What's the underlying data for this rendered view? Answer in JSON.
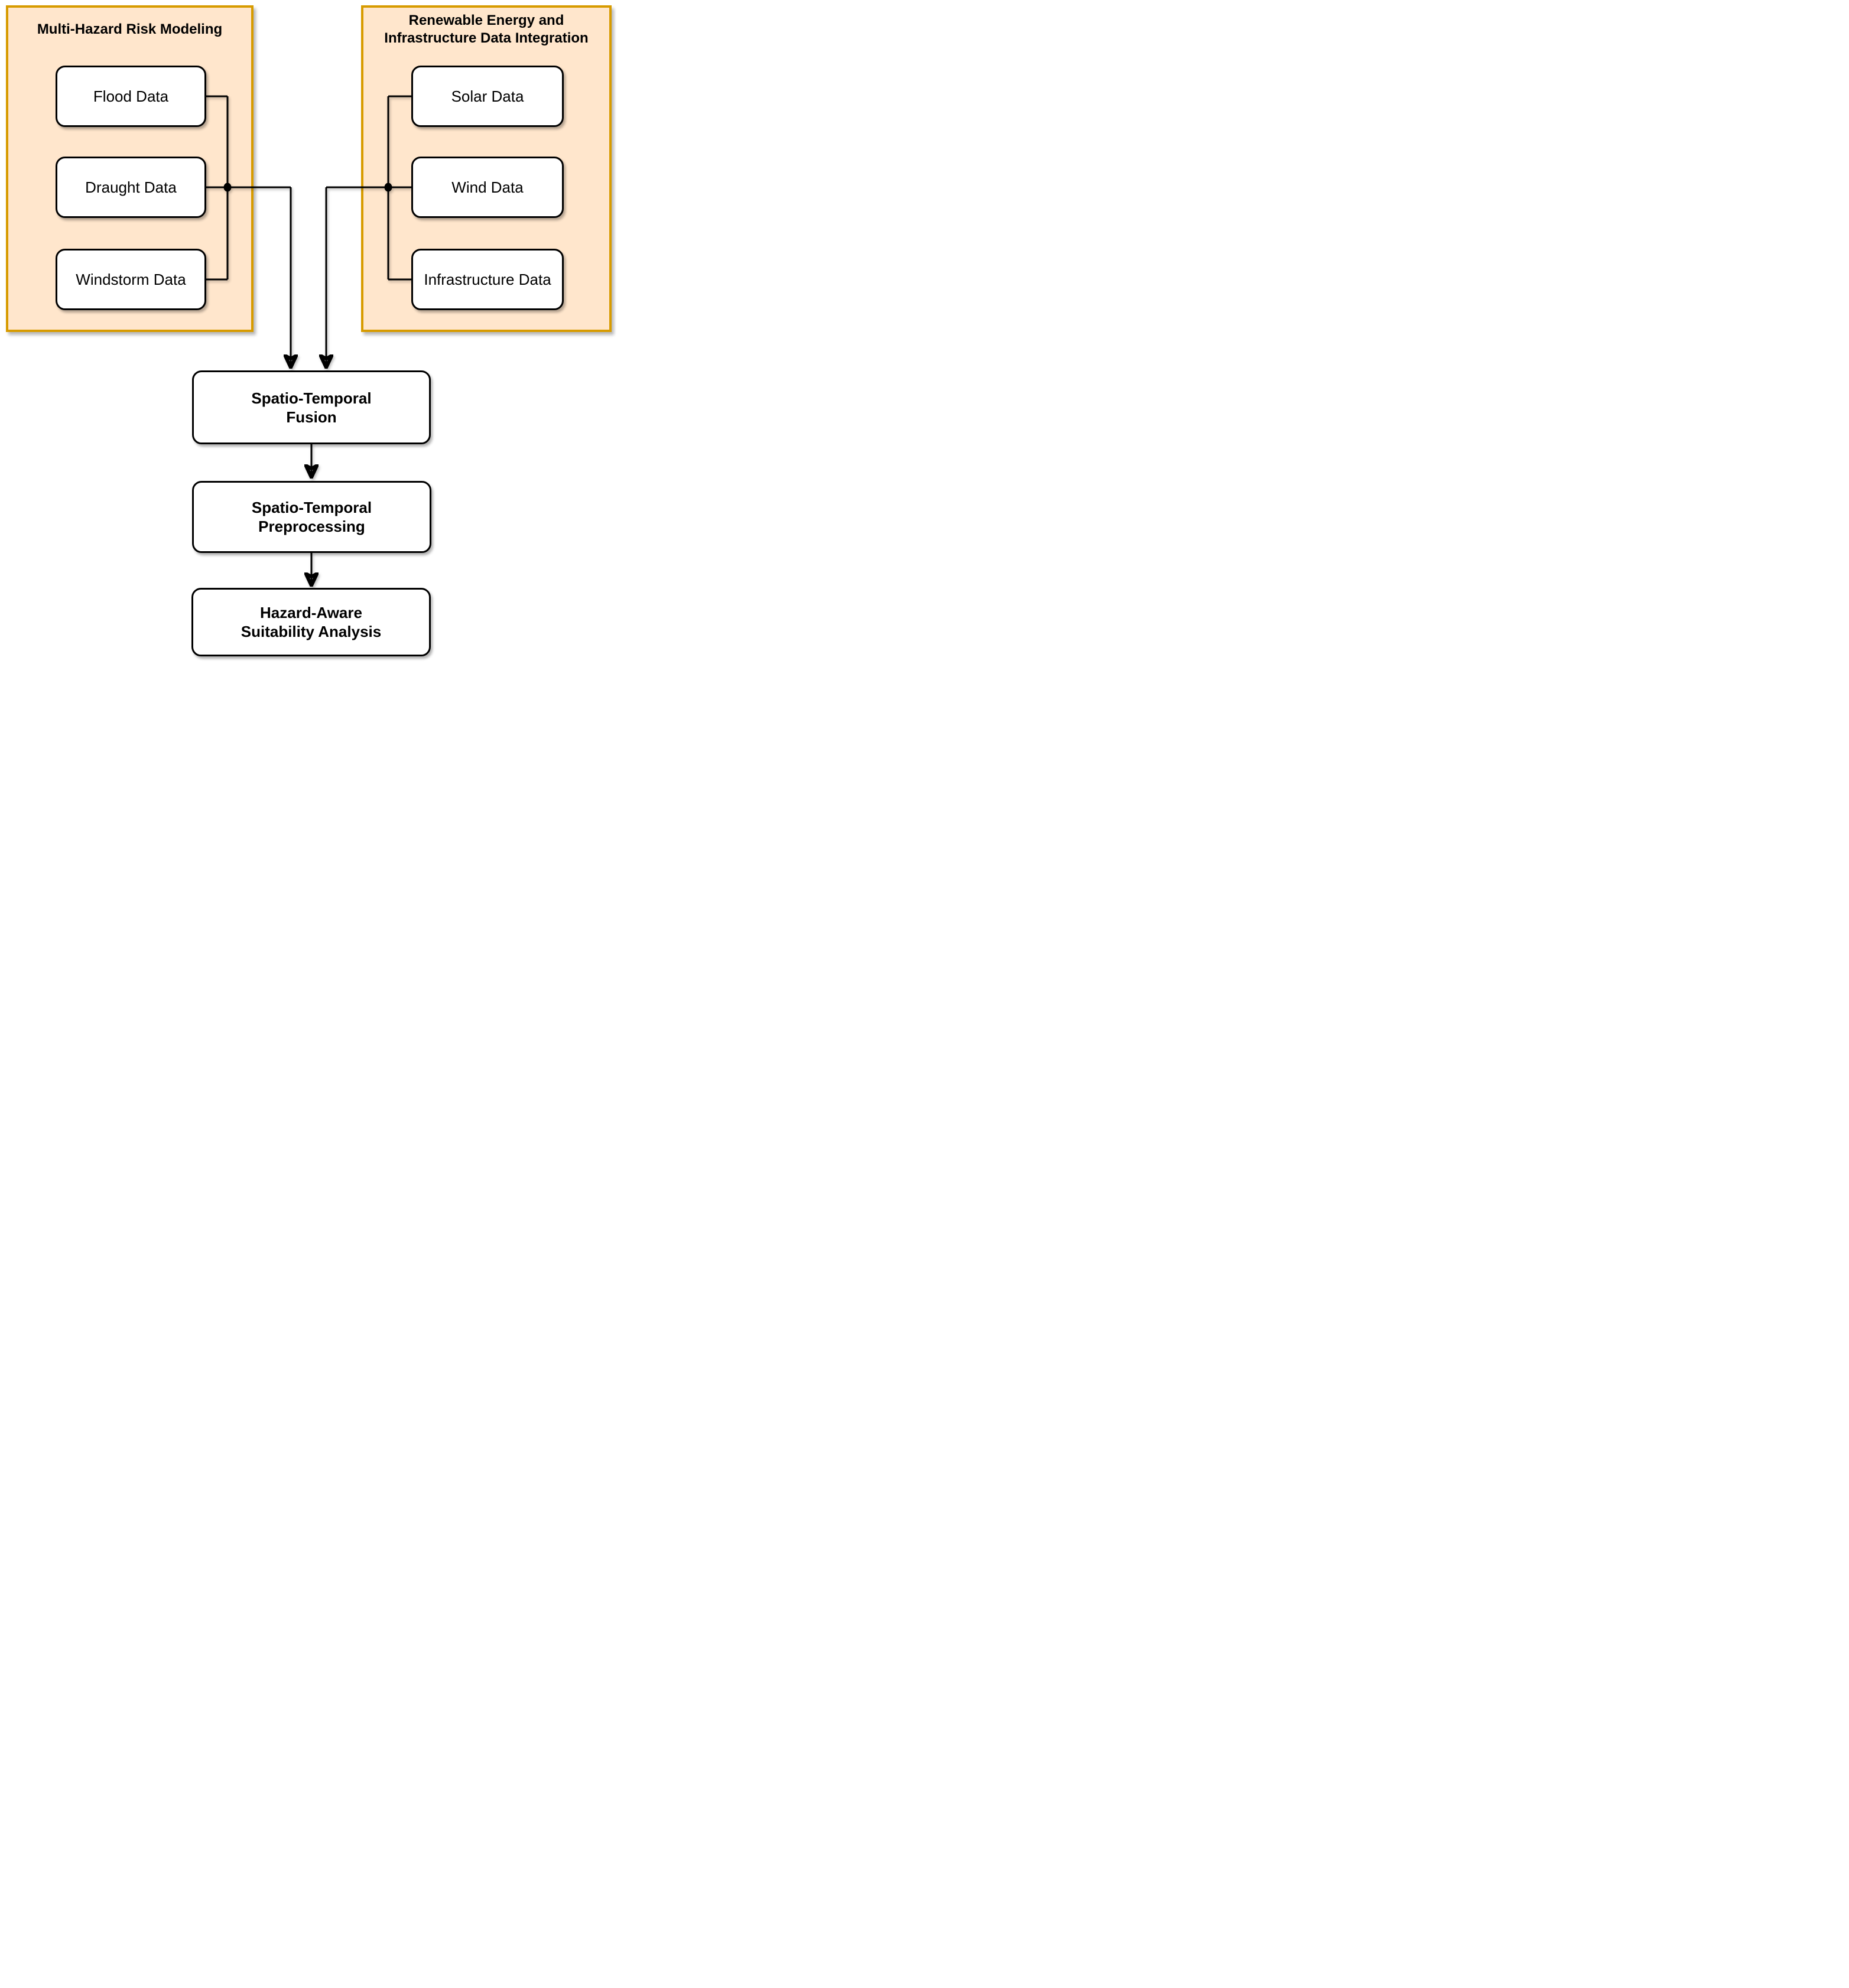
{
  "diagram": {
    "background_color": "#FFFFFF",
    "group_fill_color": "#FFE6CC",
    "group_border_color": "#D79B00",
    "node_fill_color": "#FFFFFF",
    "node_border_color": "#000000",
    "connector_color": "#000000",
    "left_group": {
      "title": "Multi-Hazard Risk Modeling",
      "nodes": [
        "Flood Data",
        "Draught Data",
        "Windstorm Data"
      ]
    },
    "right_group": {
      "title_line1": "Renewable Energy and",
      "title_line2": "Infrastructure Data Integration",
      "nodes": [
        "Solar Data",
        "Wind Data",
        "Infrastructure Data"
      ]
    },
    "flow_nodes": [
      {
        "line1": "Spatio-Temporal",
        "line2": "Fusion"
      },
      {
        "line1": "Spatio-Temporal",
        "line2": "Preprocessing"
      },
      {
        "line1": "Hazard-Aware",
        "line2": "Suitability Analysis"
      }
    ]
  }
}
